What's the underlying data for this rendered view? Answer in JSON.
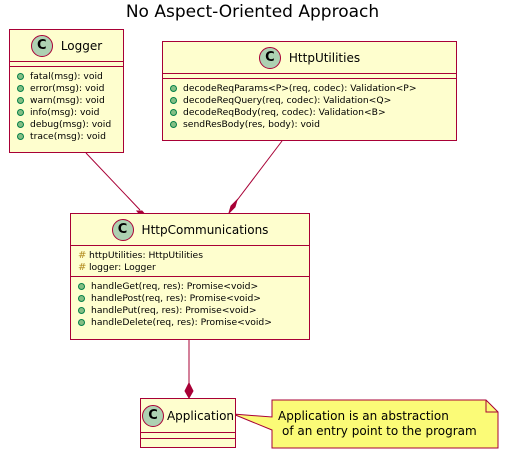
{
  "title": "No Aspect-Oriented Approach",
  "colors": {
    "class_fill": "#FEFECE",
    "border": "#A80036",
    "circle": "#ADD1B2",
    "note_fill": "#FBFB77",
    "method_dot": "#84BE84",
    "protected_mark": "#B38D22"
  },
  "logger": {
    "stereotype": "C",
    "name": "Logger",
    "methods": [
      "fatal(msg): void",
      "error(msg): void",
      "warn(msg): void",
      "info(msg): void",
      "debug(msg): void",
      "trace(msg): void"
    ]
  },
  "http_utilities": {
    "stereotype": "C",
    "name": "HttpUtilities",
    "methods": [
      "decodeReqParams<P>(req, codec): Validation<P>",
      "decodeReqQuery(req, codec): Validation<Q>",
      "decodeReqBody(req, codec): Validation<B>",
      "sendResBody(res, body): void"
    ]
  },
  "http_communications": {
    "stereotype": "C",
    "name": "HttpCommunications",
    "fields": [
      "httpUtilities: HttpUtilities",
      "logger: Logger"
    ],
    "methods": [
      "handleGet(req, res): Promise<void>",
      "handlePost(req, res): Promise<void>",
      "handlePut(req, res): Promise<void>",
      "handleDelete(req, res): Promise<void>"
    ]
  },
  "application": {
    "stereotype": "C",
    "name": "Application"
  },
  "note": {
    "lines": [
      "Application is an abstraction",
      "of an entry point to the program"
    ]
  }
}
